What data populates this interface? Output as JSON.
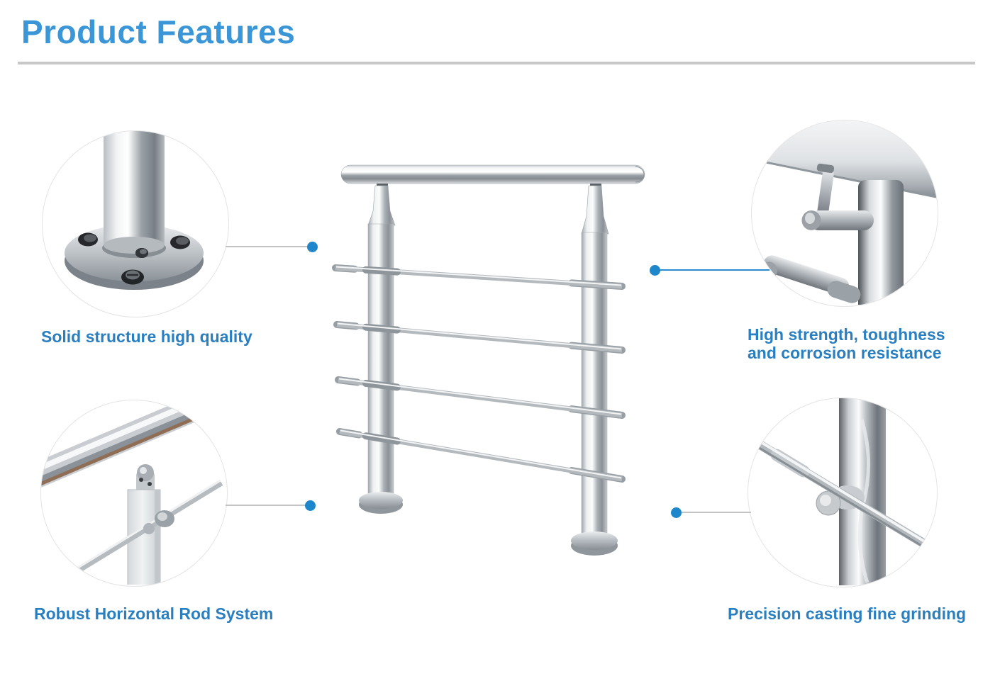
{
  "header": {
    "title": "Product Features"
  },
  "colors": {
    "title_blue": "#3a96d7",
    "caption_blue": "#2a7fc0",
    "accent_dot_blue": "#1e87cc",
    "connector_gray": "#c3c3c3",
    "connector_blue": "#2a8ad2",
    "underline_gray": "#c8c8c8"
  },
  "product_image": "stainless-steel-railing-two-posts-four-crossbars",
  "callouts": [
    {
      "position": "top-left",
      "label": "Solid structure high quality",
      "image": "post-base-flange-with-screw-holes-detail",
      "connector_color": "gray"
    },
    {
      "position": "top-right",
      "label": "High strength, toughness and corrosion resistance",
      "label_line1": "High strength, toughness",
      "label_line2": "and corrosion resistance",
      "image": "handrail-underside-joint-detail",
      "connector_color": "blue"
    },
    {
      "position": "bottom-left",
      "label": "Robust Horizontal Rod System",
      "image": "square-post-ball-joint-rod-detail",
      "connector_color": "gray"
    },
    {
      "position": "bottom-right",
      "label": "Precision casting fine grinding",
      "image": "post-rod-cast-connector-detail",
      "connector_color": "gray"
    }
  ]
}
